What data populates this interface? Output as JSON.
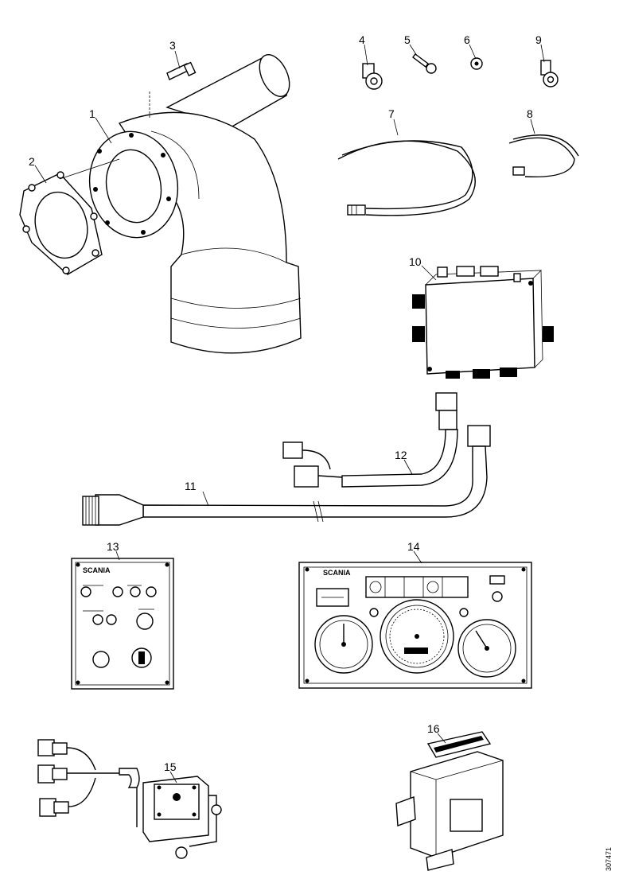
{
  "document": {
    "id": "307471"
  },
  "callouts": [
    {
      "number": "1"
    },
    {
      "number": "2"
    },
    {
      "number": "3"
    },
    {
      "number": "4"
    },
    {
      "number": "5"
    },
    {
      "number": "6"
    },
    {
      "number": "7"
    },
    {
      "number": "8"
    },
    {
      "number": "9"
    },
    {
      "number": "10"
    },
    {
      "number": "11"
    },
    {
      "number": "12"
    },
    {
      "number": "13"
    },
    {
      "number": "14"
    },
    {
      "number": "15"
    },
    {
      "number": "16"
    }
  ],
  "panel13": {
    "brand": "SCANIA"
  },
  "panel14": {
    "brand": "SCANIA"
  }
}
